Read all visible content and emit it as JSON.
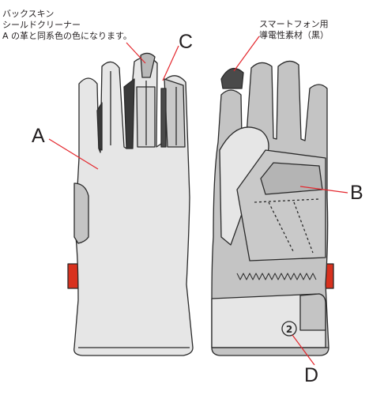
{
  "annotations": {
    "suede_note": [
      "バックスキン",
      "シールドクリーナー",
      "A の革と同系色の色になります。"
    ],
    "touch_note": [
      "スマートフォン用",
      "導電性素材（黒）"
    ]
  },
  "labels": {
    "a": "A",
    "b": "B",
    "c": "C",
    "d": "D"
  },
  "colors": {
    "outline": "#2a2a2a",
    "light_leather": "#e6e6e6",
    "grey_leather": "#c4c4c4",
    "mid_grey": "#b4b4b4",
    "dark_tip": "#4a4a4a",
    "red_tab": "#d8311e",
    "leader_line": "#e4262c"
  }
}
